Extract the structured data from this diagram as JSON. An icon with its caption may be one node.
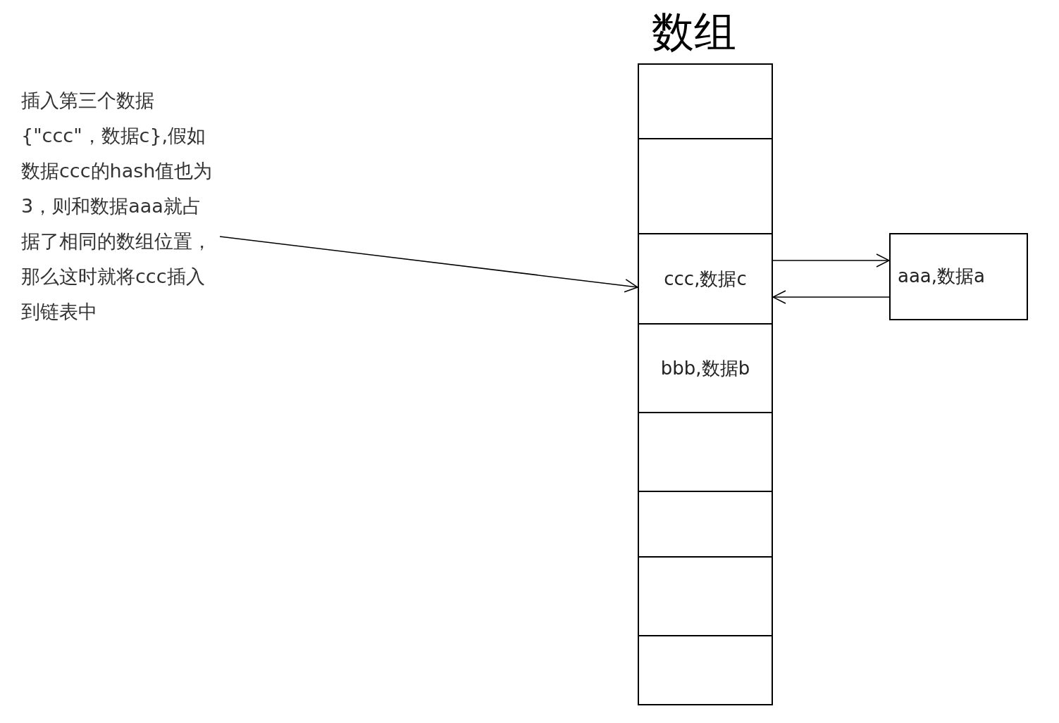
{
  "diagram": {
    "nodes": [
      {
        "text": [
          "插入第三个数据{\"ccc\"，数据c},假如数据ccc的hash值也为3，则和数据aaa就占据了相同的数组位置，那么这时就将ccc插入到链表中"
        ]
      },
      {
        "text": [
          "数组"
        ]
      },
      {
        "text": [],
        "shape": "box",
        "in": 1
      },
      {
        "text": [],
        "shape": "box",
        "in": 1
      },
      {
        "text": [
          "ccc,数据c"
        ],
        "in": 1
      },
      {
        "text": [
          "bbb,数据b"
        ],
        "in": 1
      },
      {
        "text": [],
        "shape": "box",
        "in": 1
      },
      {
        "text": [],
        "shape": "box",
        "in": 1
      },
      {
        "text": [],
        "shape": "box",
        "in": 1
      },
      {
        "text": [],
        "shape": "box",
        "in": 1
      },
      {
        "text": [
          "aaa,数据a"
        ]
      }
    ],
    "edges": [
      {
        "from": 0,
        "to": 4,
        "arrow": "to"
      },
      {
        "from": 4,
        "to": 10,
        "arrow": "to"
      },
      {
        "from": 10,
        "to": 4,
        "arrow": "to"
      }
    ]
  }
}
